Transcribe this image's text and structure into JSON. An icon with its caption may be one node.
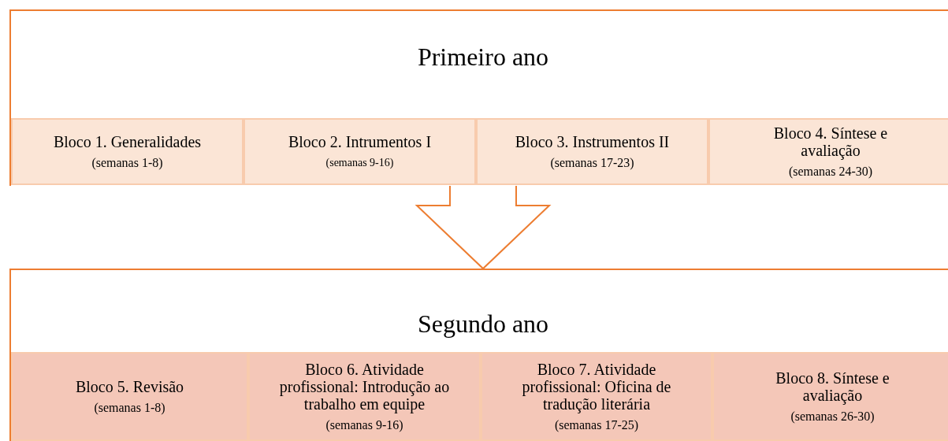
{
  "diagram": {
    "nodes": [
      {
        "text": [
          "Primeiro ano"
        ]
      },
      {
        "text": [
          "Bloco 1. Generalidades",
          "(semanas 1-8)"
        ],
        "in": 0
      },
      {
        "text": [
          "Bloco 2. Intrumentos I",
          "(semanas 9-16)"
        ],
        "in": 0
      },
      {
        "text": [
          "Bloco 3. Instrumentos II",
          "(semanas 17-23)"
        ],
        "in": 0
      },
      {
        "text": [
          "Bloco 4. Síntese e avaliação",
          "(semanas 24-30)"
        ],
        "in": 0
      },
      {
        "text": [
          "Segundo ano"
        ]
      },
      {
        "text": [
          "Bloco 5. Revisão",
          "(semanas 1-8)"
        ],
        "in": 5
      },
      {
        "text": [
          "Bloco 6. Atividade profissional: Introdução ao trabalho em equipe",
          "(semanas 9-16)"
        ],
        "in": 5
      },
      {
        "text": [
          "Bloco 7. Atividade profissional: Oficina de tradução literária",
          "(semanas 17-25)"
        ],
        "in": 5
      },
      {
        "text": [
          "Bloco 8. Síntese e avaliação",
          "(semanas 26-30)"
        ],
        "in": 5
      }
    ],
    "edges": [
      {
        "from": 0,
        "to": 5,
        "arrow": "to"
      }
    ]
  }
}
